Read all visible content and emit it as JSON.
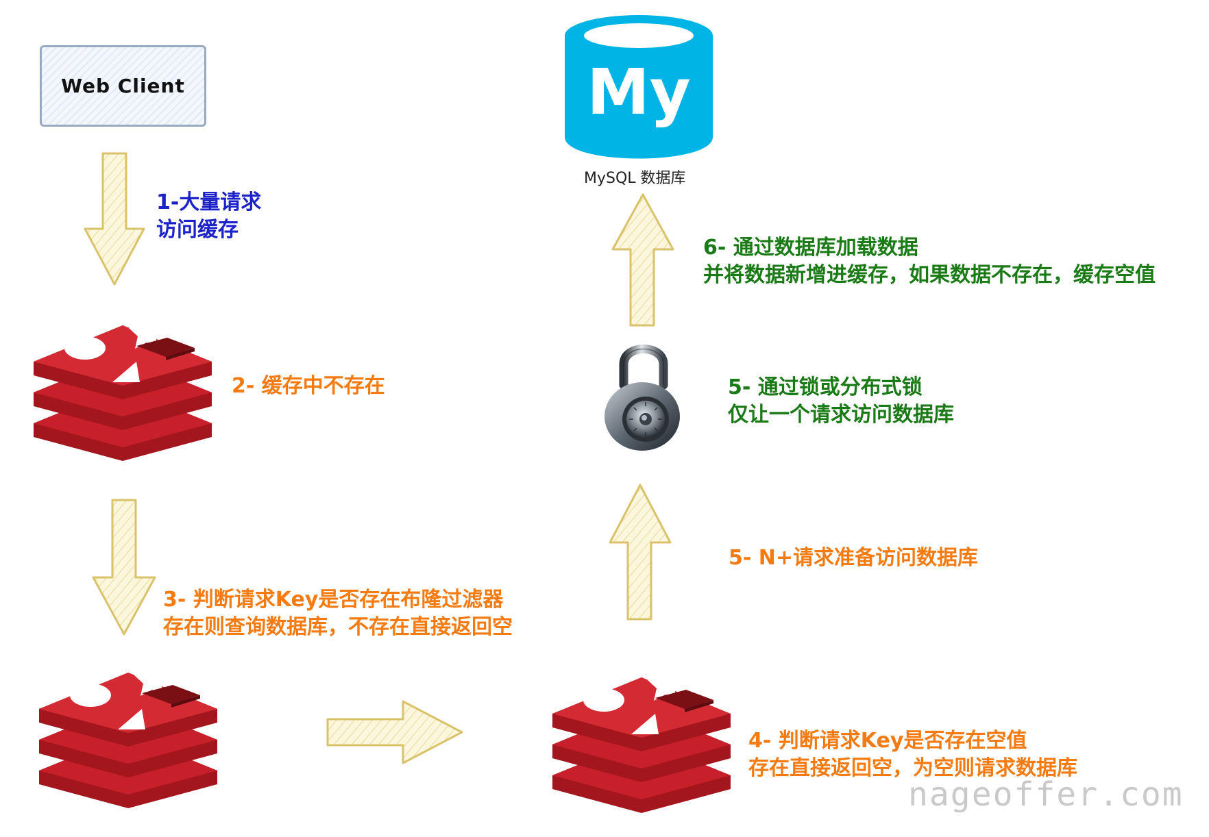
{
  "client": {
    "label": "Web Client"
  },
  "database": {
    "logo_text": "My",
    "caption": "MySQL 数据库"
  },
  "steps": {
    "s1": {
      "line1": "1-大量请求",
      "line2": "访问缓存"
    },
    "s2": {
      "line1": "2- 缓存中不存在"
    },
    "s3": {
      "line1": "3- 判断请求Key是否存在布隆过滤器",
      "line2": "存在则查询数据库，不存在直接返回空"
    },
    "s4": {
      "line1": "4- 判断请求Key是否存在空值",
      "line2": "存在直接返回空，为空则请求数据库"
    },
    "s5a": {
      "line1": "5- N+请求准备访问数据库"
    },
    "s5b": {
      "line1": "5- 通过锁或分布式锁",
      "line2": "仅让一个请求访问数据库"
    },
    "s6": {
      "line1": "6- 通过数据库加载数据",
      "line2": "并将数据新增进缓存，如果数据不存在，缓存空值"
    }
  },
  "watermark": "nageoffer.com",
  "colors": {
    "step1": "#1b22c9",
    "steps_cache": "#f47a12",
    "steps_db": "#1a7a16",
    "redis_red": "#c8202a",
    "mysql_blue": "#00b4e6",
    "arrow_fill": "#fbf5d7",
    "arrow_stroke": "#d8c26a"
  },
  "icons": [
    "redis-icon",
    "mysql-icon",
    "padlock-icon",
    "arrow-icon"
  ]
}
